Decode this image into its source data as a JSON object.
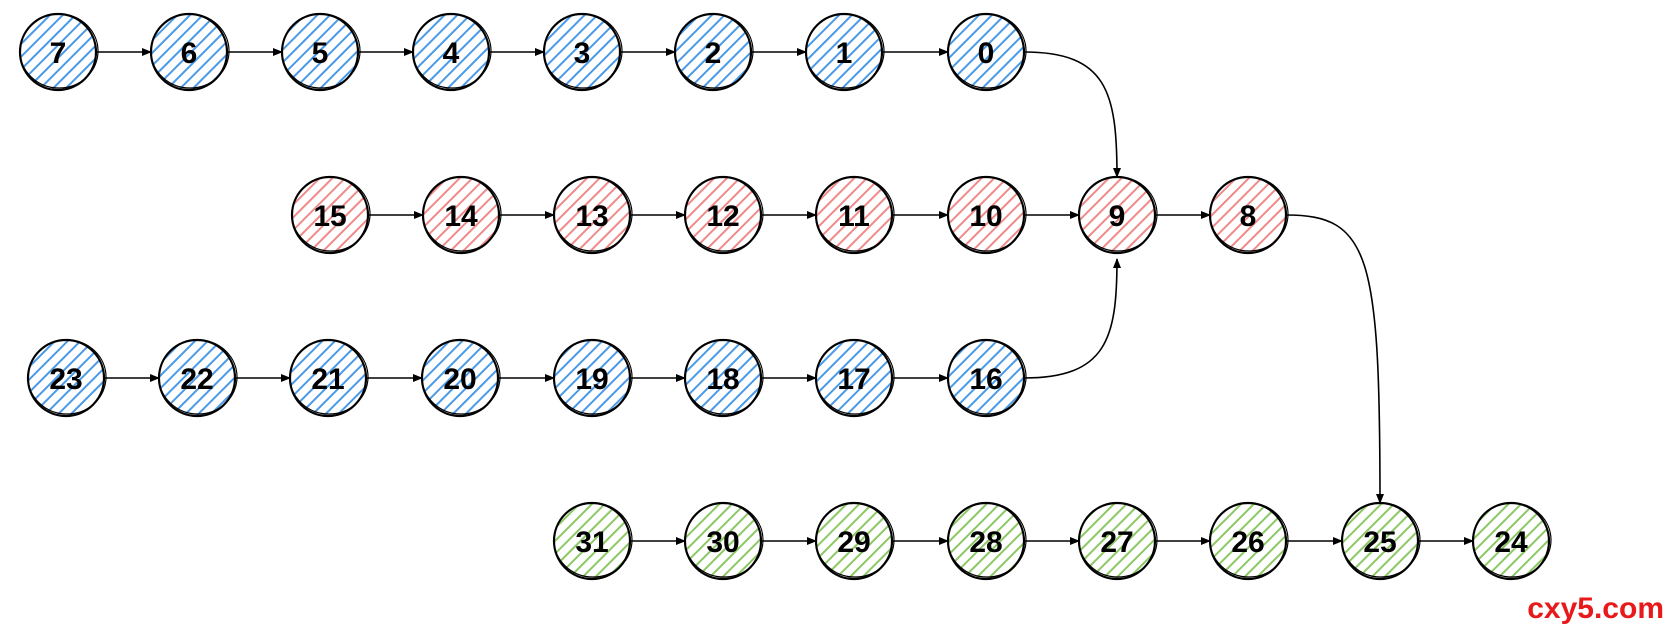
{
  "colors": {
    "blue": "#4a9ae8",
    "red": "#f08a8a",
    "green": "#8cc864",
    "stroke": "#000000",
    "watermark": "#e8191a"
  },
  "rows": [
    {
      "color": "blue",
      "nodes": [
        "7",
        "6",
        "5",
        "4",
        "3",
        "2",
        "1",
        "0"
      ]
    },
    {
      "color": "red",
      "nodes": [
        "15",
        "14",
        "13",
        "12",
        "11",
        "10",
        "9",
        "8"
      ]
    },
    {
      "color": "blue",
      "nodes": [
        "23",
        "22",
        "21",
        "20",
        "19",
        "18",
        "17",
        "16"
      ]
    },
    {
      "color": "green",
      "nodes": [
        "31",
        "30",
        "29",
        "28",
        "27",
        "26",
        "25",
        "24"
      ]
    }
  ],
  "edges": [
    [
      "7",
      "6"
    ],
    [
      "6",
      "5"
    ],
    [
      "5",
      "4"
    ],
    [
      "4",
      "3"
    ],
    [
      "3",
      "2"
    ],
    [
      "2",
      "1"
    ],
    [
      "1",
      "0"
    ],
    [
      "15",
      "14"
    ],
    [
      "14",
      "13"
    ],
    [
      "13",
      "12"
    ],
    [
      "12",
      "11"
    ],
    [
      "11",
      "10"
    ],
    [
      "10",
      "9"
    ],
    [
      "9",
      "8"
    ],
    [
      "23",
      "22"
    ],
    [
      "22",
      "21"
    ],
    [
      "21",
      "20"
    ],
    [
      "20",
      "19"
    ],
    [
      "19",
      "18"
    ],
    [
      "18",
      "17"
    ],
    [
      "17",
      "16"
    ],
    [
      "31",
      "30"
    ],
    [
      "30",
      "29"
    ],
    [
      "29",
      "28"
    ],
    [
      "28",
      "27"
    ],
    [
      "27",
      "26"
    ],
    [
      "26",
      "25"
    ],
    [
      "25",
      "24"
    ],
    [
      "0",
      "9"
    ],
    [
      "16",
      "9"
    ],
    [
      "8",
      "25"
    ]
  ],
  "watermark": "cxy5.com"
}
